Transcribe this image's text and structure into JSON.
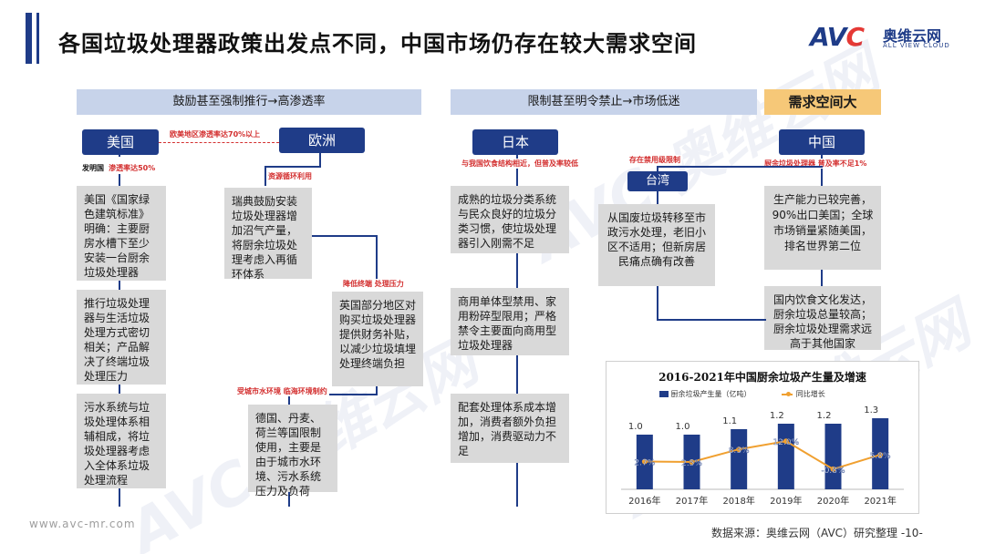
{
  "title": "各国垃圾处理器政策出发点不同，中国市场仍存在较大需求空间",
  "logo": {
    "mark_a": "AV",
    "mark_c": "C",
    "cn": "奥维云网",
    "en": "ALL VIEW CLOUD"
  },
  "left_section": {
    "header": "鼓励甚至强制推行→高渗透率",
    "usa": {
      "name": "美国",
      "tag_black": "发明国",
      "tag_red": "渗透率达50%",
      "boxes": [
        "美国《国家绿色建筑标准》明确：主要厨房水槽下至少安装一台厨余垃圾处理器",
        "推行垃圾处理器与生活垃圾处理方式密切相关；产品解决了终端垃圾处理压力",
        "污水系统与垃圾处理体系相辅相成，将垃圾处理器考虑入全体系垃圾处理流程"
      ]
    },
    "link_tag": "欧美地区渗透率达70%以上",
    "europe": {
      "name": "欧洲",
      "tag_resource": "资源循环利用",
      "sweden": "瑞典鼓励安装垃圾处理器增加沼气产量，将厨余垃圾处理考虑入再循环体系",
      "tag_pressure": "降低终端 处理压力",
      "uk": "英国部分地区对购买垃圾处理器提供财务补贴，以减少垃圾填埋处理终端负担",
      "tag_limit": "受城市水环境 临海环境制约",
      "denmark": "德国、丹麦、荷兰等国限制使用，主要是由于城市水环境、污水系统压力及负荷"
    }
  },
  "middle_section": {
    "header": "限制甚至明令禁止→市场低迷",
    "japan": {
      "name": "日本",
      "tag": "与我国饮食结构相近，但普及率较低",
      "boxes": [
        "成熟的垃圾分类系统与民众良好的垃圾分类习惯，使垃圾处理器引入刚需不足",
        "商用单体型禁用、家用粉碎型限用；严格禁令主要面向商用型垃圾处理器",
        "配套处理体系成本增加，消费者额外负担增加，消费驱动力不足"
      ]
    }
  },
  "right_section": {
    "header": "需求空间大",
    "taiwan": {
      "name": "台湾",
      "tag": "存在禁用级限制",
      "box": "从国废垃圾转移至市政污水处理，老旧小区不适用；但新房居民痛点确有改善"
    },
    "china": {
      "name": "中国",
      "tag": "厨余垃圾处理器 普及率不足1%",
      "boxes": [
        "生产能力已较完善，90%出口美国；全球市场销量紧随美国，排名世界第二位",
        "国内饮食文化发达，厨余垃圾总量较高；厨余垃圾处理需求远高于其他国家"
      ]
    }
  },
  "chart_data": {
    "type": "bar",
    "title": "2016-2021年中国厨余垃圾产生量及增速",
    "categories": [
      "2016年",
      "2017年",
      "2018年",
      "2019年",
      "2020年",
      "2021年"
    ],
    "series": [
      {
        "name": "厨余垃圾产生量（亿吨）",
        "kind": "bar",
        "values": [
          1.0,
          1.0,
          1.1,
          1.2,
          1.2,
          1.3
        ],
        "labels": [
          "1.0",
          "1.0",
          "1.1",
          "1.2",
          "1.2",
          "1.3"
        ],
        "color": "#1f3c88"
      },
      {
        "name": "同比增长",
        "kind": "line",
        "values": [
          2.7,
          2.5,
          8.3,
          12.0,
          -0.8,
          5.8
        ],
        "labels": [
          "2.7%",
          "2.5%",
          "8.3%",
          "12.0%",
          "-0.8%",
          "5.8%"
        ],
        "color": "#f0a030"
      }
    ],
    "ylim_bar": [
      0,
      1.6
    ],
    "ylim_line": [
      -10,
      30
    ],
    "legend": "top",
    "grid": false
  },
  "footer": {
    "left": "www.avc-mr.com",
    "right": "数据来源：奥维云网（AVC）研究整理 -10-"
  },
  "watermark": "AVC 奥维云网"
}
